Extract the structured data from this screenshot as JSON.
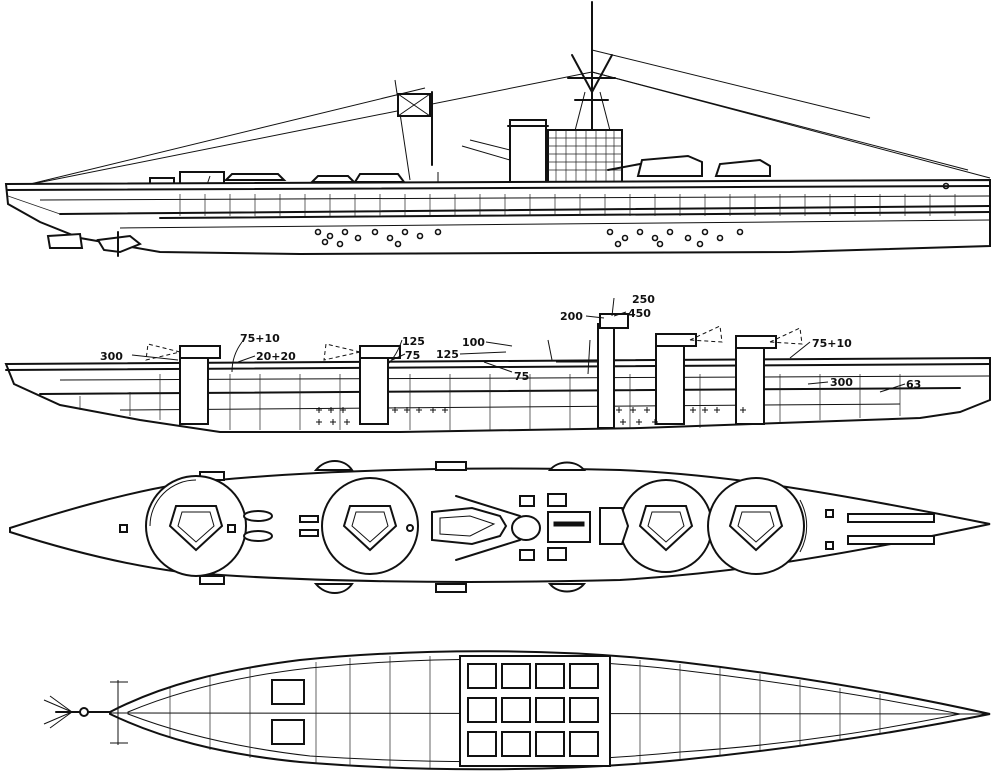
{
  "armor_labels": [
    {
      "id": "lbl-300-fwd",
      "text": "300"
    },
    {
      "id": "lbl-75-10-fwd",
      "text": "75+10"
    },
    {
      "id": "lbl-20-20",
      "text": "20+20"
    },
    {
      "id": "lbl-125-a",
      "text": "125"
    },
    {
      "id": "lbl-75-a",
      "text": "75"
    },
    {
      "id": "lbl-125-b",
      "text": "125"
    },
    {
      "id": "lbl-100",
      "text": "100"
    },
    {
      "id": "lbl-75-b",
      "text": "75"
    },
    {
      "id": "lbl-250",
      "text": "250"
    },
    {
      "id": "lbl-200",
      "text": "200"
    },
    {
      "id": "lbl-450",
      "text": "450"
    },
    {
      "id": "lbl-75-10-aft",
      "text": "75+10"
    },
    {
      "id": "lbl-300-aft",
      "text": "300"
    },
    {
      "id": "lbl-63",
      "text": "63"
    }
  ]
}
